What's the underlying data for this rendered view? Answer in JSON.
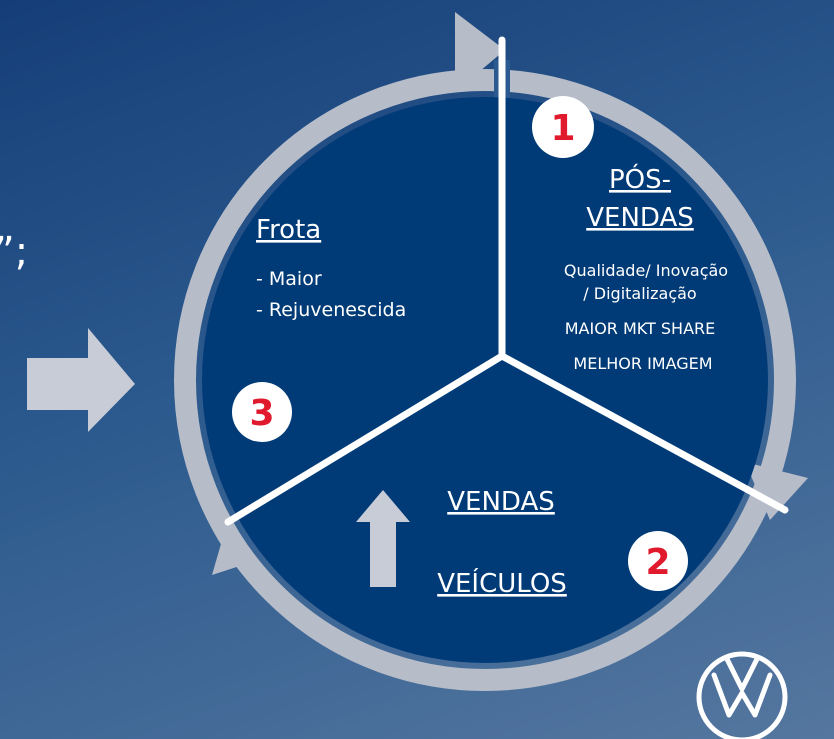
{
  "left_text_fragment": "”;",
  "cycle": {
    "segments": [
      {
        "number": "1",
        "title_line1": "PÓS-",
        "title_line2": "VENDAS",
        "details": [
          "Qualidade/ Inovação",
          "/ Digitalização",
          "MAIOR MKT SHARE",
          "MELHOR IMAGEM"
        ]
      },
      {
        "number": "2",
        "title_line1": "VENDAS",
        "title_line2": "VEÍCULOS",
        "trend": "up-arrow-icon"
      },
      {
        "number": "3",
        "title": "Frota",
        "details": [
          "- Maior",
          "- Rejuvenescida"
        ]
      }
    ]
  },
  "logo": "volkswagen-logo",
  "colors": {
    "circle_fill": "#003b77",
    "ring": "#b6bcc8",
    "number": "#e0192d",
    "divider": "#ffffff",
    "arrow": "#c7ccd6"
  }
}
